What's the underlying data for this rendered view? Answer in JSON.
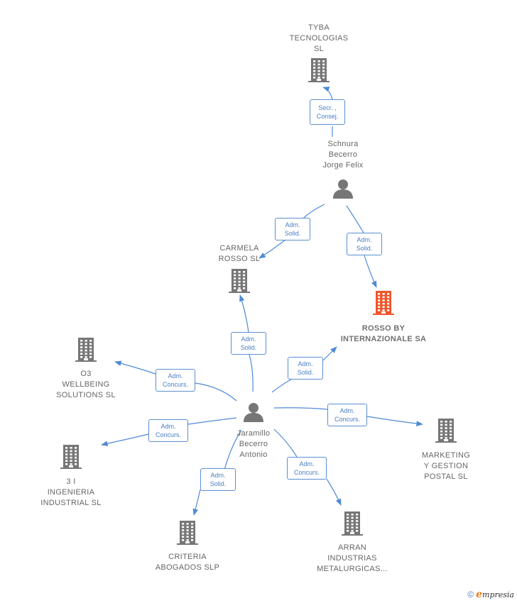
{
  "colors": {
    "edge": "#4f8ad6",
    "icon": "#767676",
    "icon_highlight": "#f0552a",
    "badge_border": "#5b8fd1"
  },
  "nodes": {
    "tyba": {
      "type": "company",
      "lines": [
        "TYBA",
        "TECNOLOGIAS",
        "SL"
      ]
    },
    "schnura": {
      "type": "person",
      "lines": [
        "Schnura",
        "Becerro",
        "Jorge Felix"
      ]
    },
    "carmela": {
      "type": "company",
      "lines": [
        "CARMELA",
        "ROSSO SL"
      ]
    },
    "rosso": {
      "type": "company",
      "highlight": true,
      "lines": [
        "ROSSO BY",
        "INTERNAZIONALE SA"
      ]
    },
    "o3": {
      "type": "company",
      "lines": [
        "O3",
        "WELLBEING",
        "SOLUTIONS SL"
      ]
    },
    "jaramillo": {
      "type": "person",
      "lines": [
        "Jaramillo",
        "Becerro",
        "Antonio"
      ]
    },
    "marketing": {
      "type": "company",
      "lines": [
        "MARKETING",
        "Y GESTION",
        "POSTAL SL"
      ]
    },
    "tresi": {
      "type": "company",
      "lines": [
        "3 I",
        "INGENIERIA",
        "INDUSTRIAL SL"
      ]
    },
    "criteria": {
      "type": "company",
      "lines": [
        "CRITERIA",
        "ABOGADOS SLP"
      ]
    },
    "arran": {
      "type": "company",
      "lines": [
        "ARRAN",
        "INDUSTRIAS",
        "METALURGICAS..."
      ]
    }
  },
  "edges": [
    {
      "from": "schnura",
      "to": "tyba",
      "label": [
        "Secr. ,",
        "Consej."
      ]
    },
    {
      "from": "schnura",
      "to": "carmela",
      "label": [
        "Adm.",
        "Solid."
      ]
    },
    {
      "from": "schnura",
      "to": "rosso",
      "label": [
        "Adm.",
        "Solid."
      ]
    },
    {
      "from": "jaramillo",
      "to": "carmela",
      "label": [
        "Adm.",
        "Solid."
      ]
    },
    {
      "from": "jaramillo",
      "to": "rosso",
      "label": [
        "Adm.",
        "Solid."
      ]
    },
    {
      "from": "jaramillo",
      "to": "o3",
      "label": [
        "Adm.",
        "Concurs."
      ]
    },
    {
      "from": "jaramillo",
      "to": "marketing",
      "label": [
        "Adm.",
        "Concurs."
      ]
    },
    {
      "from": "jaramillo",
      "to": "tresi",
      "label": [
        "Adm.",
        "Concurs."
      ]
    },
    {
      "from": "jaramillo",
      "to": "criteria",
      "label": [
        "Adm.",
        "Solid."
      ]
    },
    {
      "from": "jaramillo",
      "to": "arran",
      "label": [
        "Adm.",
        "Concurs."
      ]
    }
  ],
  "footer": {
    "copyright": "©",
    "brand_initial": "e",
    "brand_rest": "mpresia"
  }
}
